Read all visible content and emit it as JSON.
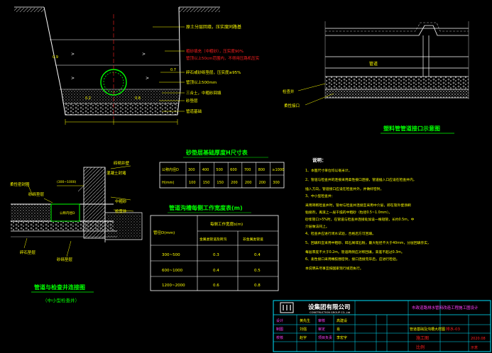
{
  "trench_section": {
    "labels": [
      "原土分层回填，压实度同路基",
      "粗砂填充（中粗砂），压实度90%",
      "管顶以上50cm范围内，不得用压路机压实",
      "管顶以上500mm",
      "砂垫层",
      "三合土，中粗砂回填",
      "管道基础",
      "碎石或砂砾垫层，压实度≥95%"
    ],
    "dims": [
      "0.2",
      "0.9",
      "0.8",
      "0.7"
    ]
  },
  "connection_detail": {
    "label_a": "检查井",
    "label_b": "管道",
    "label_c": "柔性接口",
    "title": "塑料管管道接口示意图"
  },
  "sand_table": {
    "title": "砂垫层基础厚度H尺寸表",
    "row1_header": "公称内径D",
    "row2_header": "H(mm)",
    "dn_values": [
      "300",
      "400",
      "500",
      "600",
      "700",
      "800",
      "≥1000"
    ],
    "h_values": [
      "100",
      "150",
      "150",
      "200",
      "200",
      "200",
      "300"
    ]
  },
  "well_detail": {
    "labels": [
      "砖砌井壁",
      "混凝土封堵",
      "(300~1000)",
      "砂砾垫层",
      "检查井",
      "中粗砂",
      "柔性密封圈",
      "碎石垫层"
    ],
    "title": "管道与检查井连接图",
    "subtitle": "（中小型检查井）"
  },
  "width_table": {
    "title": "管道沟槽每侧工作宽度表(m)",
    "col_dn": "管径D(mm)",
    "col_group": "每侧工作宽度b(m)",
    "col_a": "金属类管道及砖沟",
    "col_b": "非金属类管道",
    "rows": [
      {
        "dn": "300~500",
        "a": "0.3",
        "b": "0.4"
      },
      {
        "dn": "600~1000",
        "a": "0.4",
        "b": "0.5"
      },
      {
        "dn": "1200~2000",
        "a": "0.6",
        "b": "0.8"
      }
    ]
  },
  "notes": {
    "heading": "说明：",
    "items": [
      "1、本图尺寸单位均以毫米计。",
      "2、管道与检查井的连接采用柔性接口连接，管道插入口应设在检查井内，",
      "   插入方向，管道接口应设在检查井外，并做好密封。",
      "3、中小型检查井：",
      "   采用砖砌检查井时，管材与检查井连接宜采用中介层，即在管外壁涂刷",
      "   粘接剂，再滚上一层干燥的中粗砂（粒径0.5~1.0mm）。",
      "   砂浆管口>5%时，在管道与检查井连接处加设一根短管，长约0.5m，中",
      "   介层做法同上。",
      "4、检查井应进行闭水试验，合格后方可回填。",
      "5、回填料宜采用中粗砂、碎石屑或石粉，最大粒径不大于40mm，分层回填夯实，",
      "   每层厚度不大于0.2m。管道两侧应对称回填，高差不超过0.3m。",
      "6、柔性接口采用橡胶圈密封，接口连接完毕后，应进行检验。",
      "   本说明未尽事宜按国家现行规范执行。"
    ]
  },
  "title_block": {
    "company": "设集团有限公司",
    "company_en": "CONSTRUCTION GROUP CO.,Ltd",
    "project_title": "市政道路排水管网改造工程施工图设计",
    "rows": [
      {
        "role": "设计",
        "name": "黄先生",
        "role2": "审核",
        "name2": "高建设"
      },
      {
        "role": "制图",
        "name": "刘强",
        "role2": "审定",
        "name2": "肖"
      },
      {
        "role": "校核",
        "name": "赵宇",
        "role2": "项目负责",
        "name2": "李宏宇"
      }
    ],
    "drawing_name": "管道基础及沟槽大样图",
    "drawing_no": "排水-03",
    "stage": "施工图",
    "date": "2020.08",
    "scale": "比例",
    "scale_val": "示意"
  },
  "colors": {
    "white": "#ffffff",
    "yellow": "#ffff00",
    "green": "#00ff00",
    "red": "#ff2020",
    "cyan": "#00e5ff",
    "magenta": "#ff40ff",
    "grey": "#bdbdbd"
  }
}
